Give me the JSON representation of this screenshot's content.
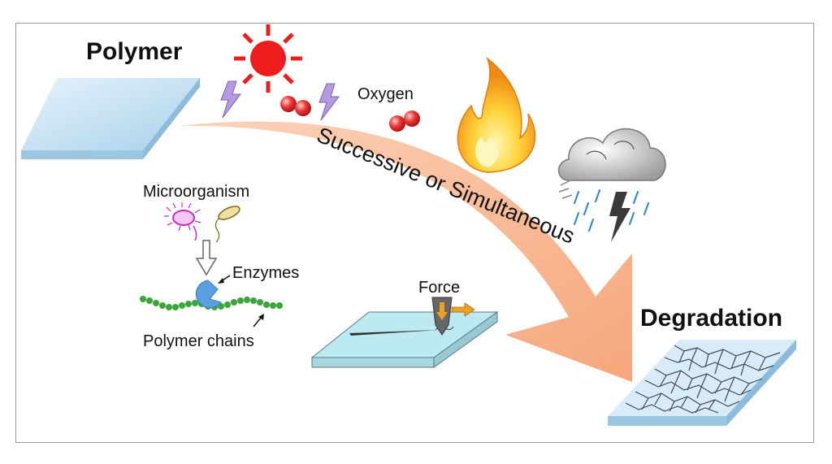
{
  "labels": {
    "polymer": "Polymer",
    "oxygen": "Oxygen",
    "microorganism": "Microorganism",
    "enzymes": "Enzymes",
    "polymer_chains": "Polymer chains",
    "force": "Force",
    "arrow_text": "Successive or Simultaneous",
    "degradation": "Degradation"
  },
  "icons": [
    "sun-icon",
    "uv-lightning-icon",
    "oxygen-molecule-icon",
    "fire-icon",
    "storm-cloud-icon",
    "microorganism-icon",
    "enzyme-icon",
    "force-arrow-icon",
    "cracked-polymer-icon"
  ],
  "colors": {
    "polymer_title": "#2a6fc1",
    "arrow": "#f7b58f",
    "sun": "#ee1c1c",
    "oxygen": "#e5343c",
    "enzyme": "#5aa0e0",
    "chain": "#3aa63a",
    "plate": "#cfe8f6"
  }
}
